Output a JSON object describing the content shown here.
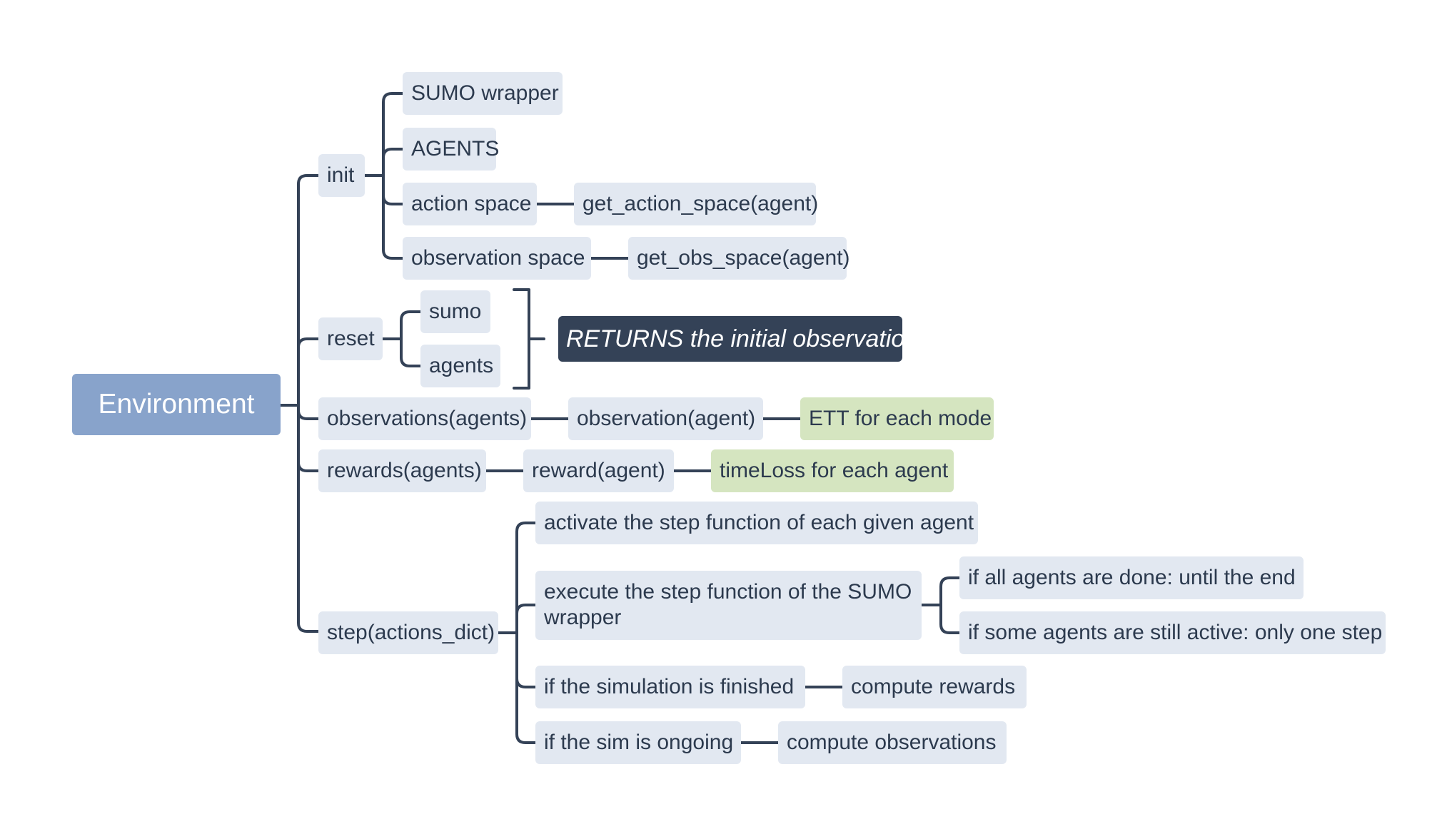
{
  "root": {
    "label": "Environment"
  },
  "init": {
    "label": "init",
    "children": {
      "sumo_wrapper": "SUMO wrapper",
      "agents": "AGENTS",
      "action_space": "action space",
      "get_action_space": "get_action_space(agent)",
      "observation_space": "observation space",
      "get_obs_space": "get_obs_space(agent)"
    }
  },
  "reset": {
    "label": "reset",
    "sumo": "sumo",
    "agents": "agents",
    "summary": "RETURNS the initial observations"
  },
  "observations": {
    "label": "observations(agents)",
    "child": "observation(agent)",
    "note": "ETT for each mode"
  },
  "rewards": {
    "label": "rewards(agents)",
    "child": "reward(agent)",
    "note": "timeLoss for each agent"
  },
  "step": {
    "label": "step(actions_dict)",
    "activate": "activate the step function of each given agent",
    "execute": "execute the step function of the SUMO wrapper",
    "all_done": "if all agents are done: until the end",
    "some_active": "if some agents are still active: only one step",
    "sim_finished": "if the simulation is finished",
    "compute_rewards": "compute rewards",
    "sim_ongoing": "if the sim is ongoing",
    "compute_observations": "compute observations"
  },
  "colors": {
    "line": "#344257",
    "node_fill": "#e2e8f1",
    "node_text": "#2c3a4e",
    "root_fill": "#88a3cb",
    "summary_fill": "#344257",
    "note_fill": "#d5e5c0"
  }
}
